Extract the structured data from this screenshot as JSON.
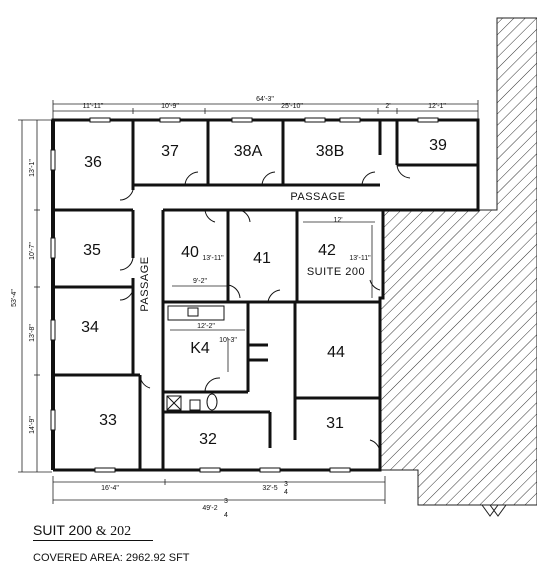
{
  "rooms": {
    "r36": "36",
    "r37": "37",
    "r38a": "38A",
    "r38b": "38B",
    "r39": "39",
    "r35": "35",
    "r34": "34",
    "r33": "33",
    "r32": "32",
    "r31": "31",
    "r40": "40",
    "r41": "41",
    "r42": "42",
    "r44": "44",
    "k4": "K4"
  },
  "labels": {
    "passage_top": "PASSAGE",
    "passage_side": "PASSAGE",
    "suite": "SUITE 200"
  },
  "dimensions": {
    "overall_top": "64'-3\"",
    "top_1": "11'-11\"",
    "top_2": "10'-9\"",
    "top_3": "25'-10\"",
    "top_4": "2'",
    "top_5": "12'-1\"",
    "left_overall": "53'-4\"",
    "left_1": "13'-1\"",
    "left_2": "10'-7\"",
    "left_3": "13'-8\"",
    "left_4": "14'-9\"",
    "bottom_1": "16'-4\"",
    "bottom_2": "32'-5",
    "bottom_2_num": "3",
    "bottom_2_den": "4",
    "overall_bottom": "49'-2",
    "overall_bottom_num": "3",
    "overall_bottom_den": "4",
    "r40_width": "9'-2\"",
    "r40_height": "13'-11\"",
    "r42_width": "12'",
    "r42_height": "13'-11\"",
    "k4_width": "12'-2\"",
    "k4_height": "10'-3\""
  },
  "caption": {
    "title_main": "SUIT 200 ",
    "title_amp": "& 202",
    "area": "COVERED AREA: 2962.92 SFT"
  }
}
